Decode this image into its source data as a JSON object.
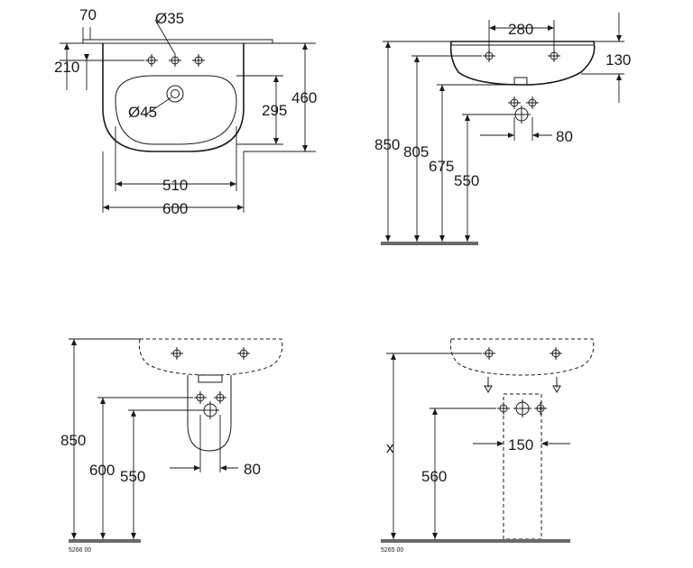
{
  "views": {
    "top": {
      "dim_70": "70",
      "dim_d35": "Ø35",
      "dim_210": "210",
      "dim_460": "460",
      "dim_295": "295",
      "dim_d45": "Ø45",
      "dim_510": "510",
      "dim_600": "600"
    },
    "side": {
      "dim_280": "280",
      "dim_130": "130",
      "dim_850": "850",
      "dim_805": "805",
      "dim_675": "675",
      "dim_550": "550",
      "dim_80": "80"
    },
    "half_pedestal": {
      "dim_850": "850",
      "dim_600": "600",
      "dim_550": "550",
      "dim_80": "80",
      "code": "5266 00"
    },
    "full_pedestal": {
      "dim_x": "x",
      "dim_560": "560",
      "dim_150": "150",
      "code": "5265 00"
    }
  }
}
